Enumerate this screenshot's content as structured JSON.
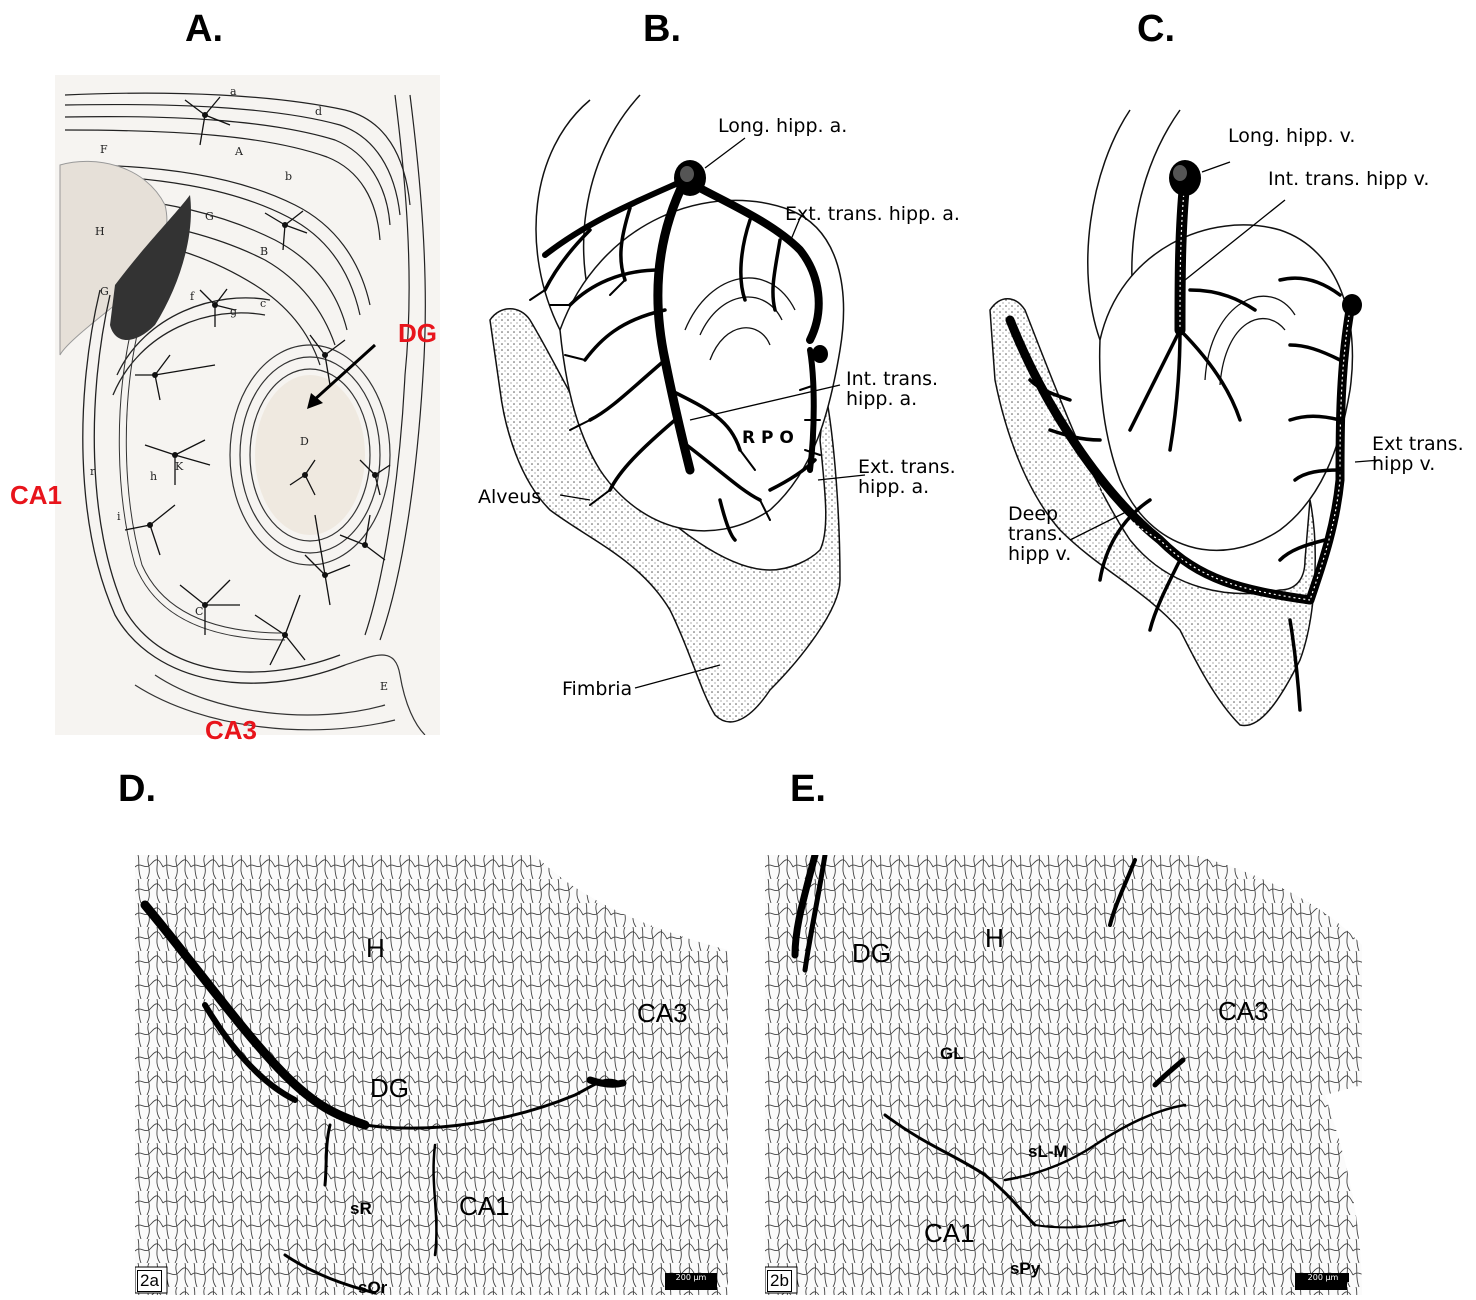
{
  "panels": {
    "a": {
      "letter": "A.",
      "labels": {
        "dg": "DG",
        "ca1": "CA1",
        "ca3": "CA3"
      }
    },
    "b": {
      "letter": "B.",
      "labels": {
        "long_hipp_a": "Long. hipp. a.",
        "ext_trans_hipp_a_top": "Ext. trans. hipp. a.",
        "int_trans_hipp_a": "Int. trans.\nhipp. a.",
        "rpo": "R P O",
        "ext_trans_hipp_a_right": "Ext. trans.\nhipp. a.",
        "alveus": "Alveus",
        "fimbria": "Fimbria"
      }
    },
    "c": {
      "letter": "C.",
      "labels": {
        "long_hipp_v": "Long. hipp. v.",
        "int_trans_hipp_v": "Int. trans. hipp v.",
        "ext_trans_hipp_v": "Ext trans.\nhipp v.",
        "deep_trans_hipp_v": "Deep\ntrans.\nhipp v."
      }
    },
    "d": {
      "letter": "D.",
      "tag": "2a",
      "scale": "200 µm",
      "labels": {
        "h": "H",
        "ca3": "CA3",
        "dg": "DG",
        "sr": "sR",
        "ca1": "CA1",
        "sor": "sOr"
      }
    },
    "e": {
      "letter": "E.",
      "tag": "2b",
      "scale": "200 µm",
      "labels": {
        "dg": "DG",
        "h": "H",
        "ca3": "CA3",
        "gl": "GL",
        "slm": "sL-M",
        "ca1": "CA1",
        "spy": "sPy"
      }
    }
  }
}
